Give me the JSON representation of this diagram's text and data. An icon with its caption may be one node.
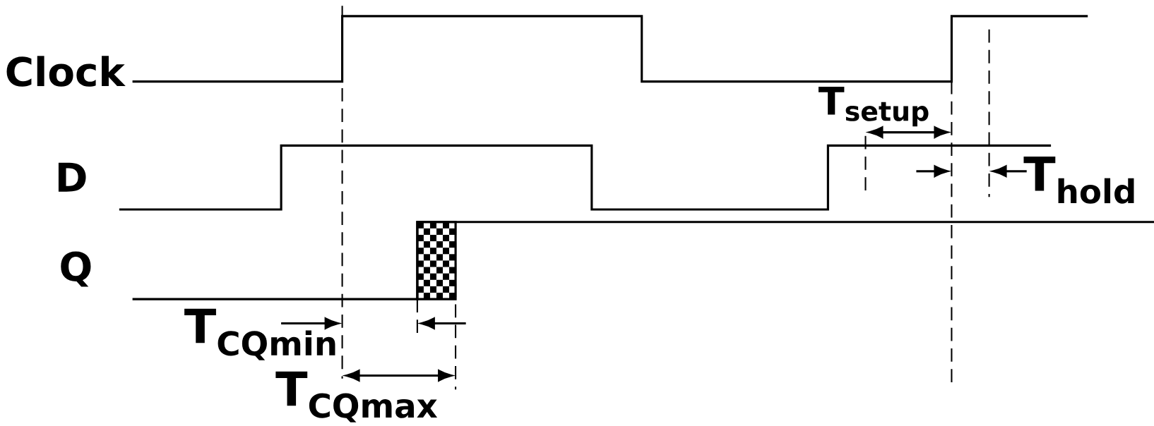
{
  "diagram": {
    "labels": [
      "Clock",
      "D",
      "Q",
      "T$_{setup}$",
      "T$_{hold}$",
      "T$_{CQmin}$",
      "T$_{CQmax}$"
    ]
  }
}
